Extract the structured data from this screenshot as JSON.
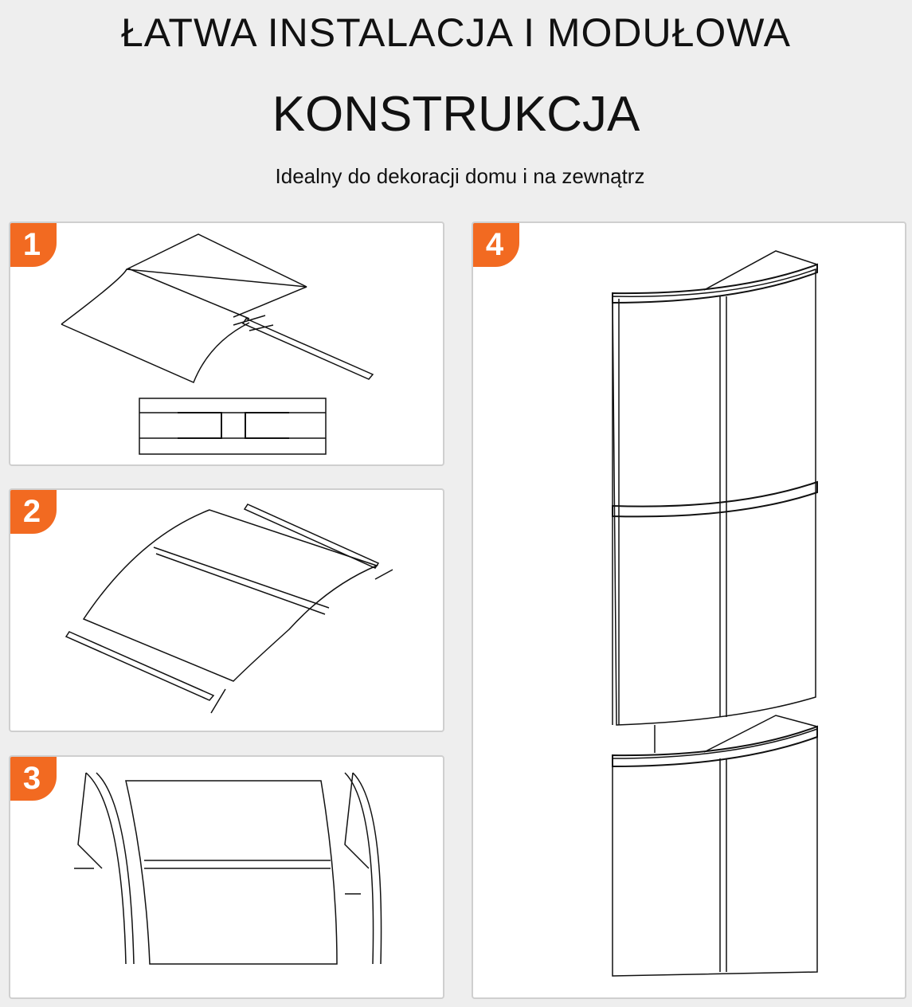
{
  "header": {
    "title_line1": "ŁATWA INSTALACJA I MODUŁOWA",
    "title_line2": "KONSTRUKCJA",
    "subtitle": "Idealny do dekoracji domu i na zewnątrz"
  },
  "steps": [
    {
      "number": "1"
    },
    {
      "number": "2"
    },
    {
      "number": "3"
    },
    {
      "number": "4"
    }
  ],
  "colors": {
    "badge": "#f26a21",
    "background": "#eeeeee"
  }
}
